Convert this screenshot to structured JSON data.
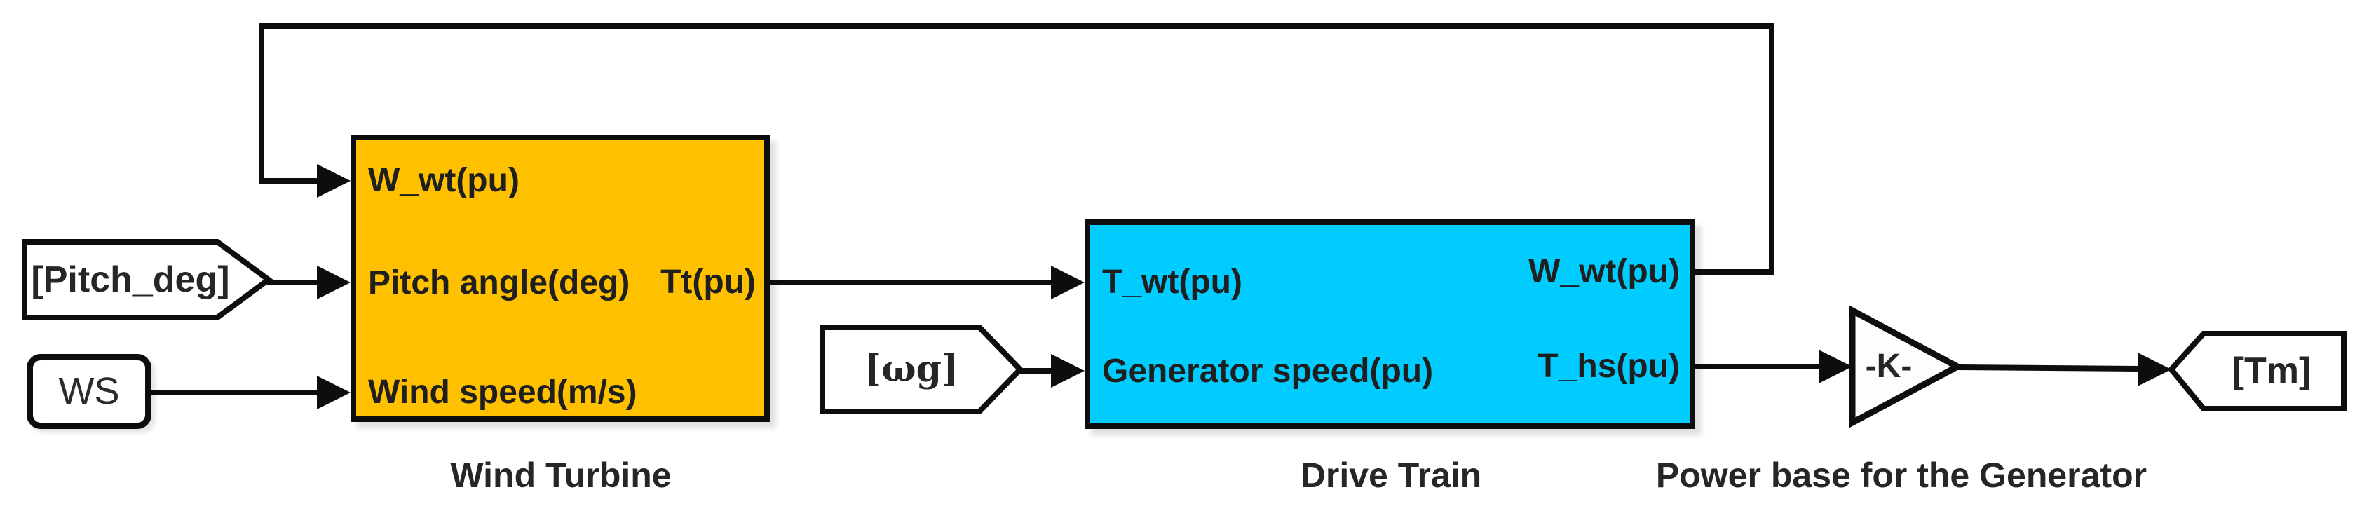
{
  "colors": {
    "wind_turbine_fill": "#FFC000",
    "drive_train_fill": "#00CCFF",
    "line": "#0D0D0D",
    "background": "#FFFFFF"
  },
  "blocks": {
    "wind_turbine": {
      "label": "Wind Turbine",
      "ports_in": [
        "W_wt(pu)",
        "Pitch angle(deg)",
        "Wind speed(m/s)"
      ],
      "ports_out": [
        "Tt(pu)"
      ]
    },
    "drive_train": {
      "label": "Drive Train",
      "ports_in": [
        "T_wt(pu)",
        "Generator speed(pu)"
      ],
      "ports_out": [
        "W_wt(pu)",
        "T_hs(pu)"
      ]
    },
    "gain": {
      "value": "-K-",
      "label": "Power base for the Generator"
    },
    "from_pitch": {
      "label": "[Pitch_deg]"
    },
    "ws_source": {
      "label": "WS"
    },
    "from_wg": {
      "label": "[ωg]"
    },
    "goto_tm": {
      "label": "[Tm]"
    }
  }
}
